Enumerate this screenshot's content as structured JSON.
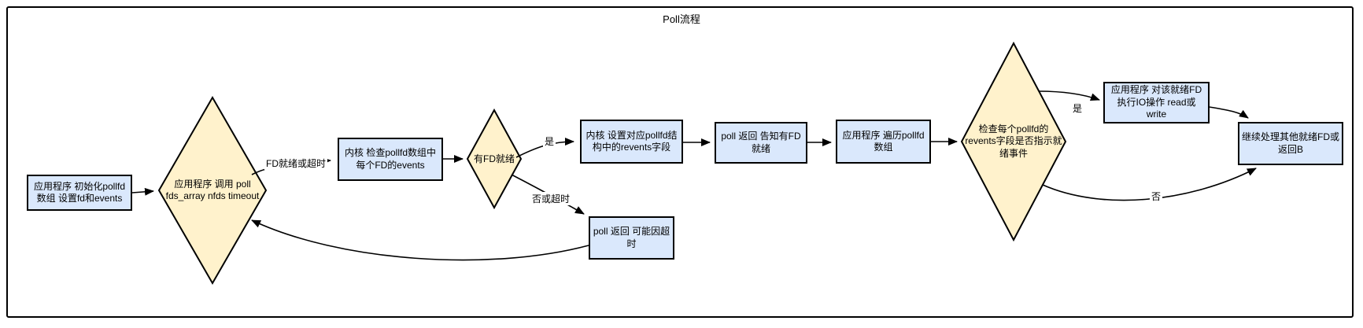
{
  "title": "Poll流程",
  "colors": {
    "node_fill": "#dae8fc",
    "decision_fill": "#fff2cc",
    "border_color": "#000000",
    "background": "#ffffff"
  },
  "nodes": {
    "init": {
      "label": "应用程序 初始化pollfd数组 设置fd和events",
      "shape": "rect"
    },
    "call_poll": {
      "label": "应用程序 调用 poll fds_array nfds timeout",
      "shape": "diamond"
    },
    "kernel_check": {
      "label": "内核 检查pollfd数组中每个FD的events",
      "shape": "rect"
    },
    "fd_ready": {
      "label": "有FD就绪",
      "shape": "diamond"
    },
    "set_revents": {
      "label": "内核 设置对应pollfd结构中的revents字段",
      "shape": "rect"
    },
    "poll_return_ready": {
      "label": "poll 返回 告知有FD就绪",
      "shape": "rect"
    },
    "iterate_fds": {
      "label": "应用程序 遍历pollfd数组",
      "shape": "rect"
    },
    "check_revents": {
      "label": "检查每个pollfd的revents字段是否指示就绪事件",
      "shape": "diamond"
    },
    "do_io": {
      "label": "应用程序 对该就绪FD执行IO操作 read或write",
      "shape": "rect"
    },
    "continue_next": {
      "label": "继续处理其他就绪FD或返回B",
      "shape": "rect"
    },
    "poll_timeout": {
      "label": "poll 返回 可能因超时",
      "shape": "rect"
    }
  },
  "edge_labels": {
    "fd_ready_or_timeout": "FD就绪或超时",
    "yes_fd_ready": "是",
    "no_or_timeout": "否或超时",
    "yes_revents": "是",
    "no_revents": "否"
  }
}
